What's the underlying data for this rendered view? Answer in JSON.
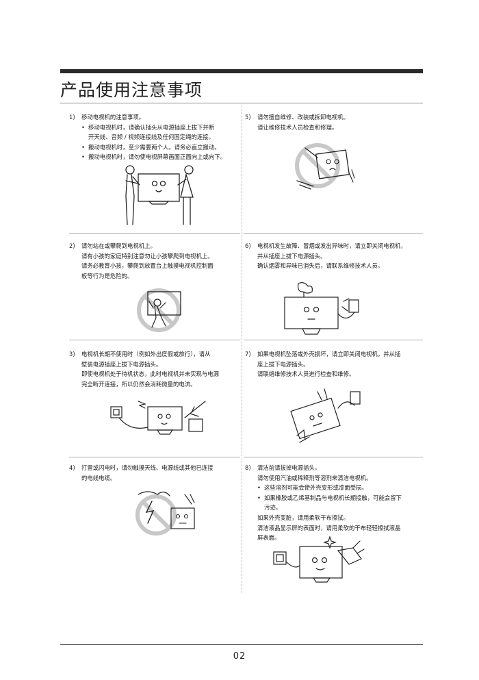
{
  "page": {
    "title": "产品使用注意事项",
    "page_number": "02"
  },
  "sections": [
    {
      "num": "1)",
      "head": "移动电视机的注意事项。",
      "bullets": [
        [
          "移动电视机时，请确认插头从电源插座上拔下并断",
          "开天线、音频 / 视频连接线及任何固定绳的连接。"
        ],
        [
          "搬动电视机时，至少需要两个人。请务必直立搬动。"
        ],
        [
          "搬动电视机时，请勿使电视屏幕画面正面向上或向下。"
        ]
      ]
    },
    {
      "num": "2)",
      "head": "请勿站在或攀爬到电视机上。",
      "paras": [
        "请有小孩的家庭特别注意勿让小孩攀爬到电视机上。",
        "请务必教育小孩，攀爬到放置台上触摸电视机控制面",
        "板等行为是危险的。"
      ]
    },
    {
      "num": "3)",
      "head": "电视机长期不使用时（例如外出度假或旅行），请从",
      "paras": [
        "壁装电源插座上拔下电源插头。",
        "即使电视机处于待机状态，此时电视机并未实现与电源",
        "完全断开连接，所以仍然会消耗微量的电流。"
      ]
    },
    {
      "num": "4)",
      "head": "打雷或闪电时，请勿触摸天线、电源线或其他已连接",
      "paras": [
        "的电线电缆。"
      ]
    },
    {
      "num": "5)",
      "head": "请勿擅自维修、改装或拆卸电视机。",
      "paras": [
        "请让维修技术人员检查和修理。"
      ]
    },
    {
      "num": "6)",
      "head": "电视机发生故障、冒烟或发出异味时，请立即关闭电视机，",
      "paras": [
        "并从插座上拔下电源插头。",
        "确认烟雾和异味已消失后，请联系维修技术人员。"
      ]
    },
    {
      "num": "7)",
      "head": "如果电视机坠落或外壳损坏，请立即关闭电视机，并从插",
      "paras": [
        "座上拔下电源插头。",
        "请联络维修技术人员进行检查和维修。"
      ]
    },
    {
      "num": "8)",
      "head": "清洁前请拔掉电源插头。",
      "paras": [
        "请勿使用汽油或稀释剂等溶剂来清洁电视机。"
      ],
      "bullets": [
        [
          "这些溶剂可能会使外壳变形或漆面受损。"
        ],
        [
          "如果橡胶或乙烯基制品与电视机长期接触，可能会留下",
          "污迹。"
        ]
      ],
      "paras2": [
        "如果外壳变脏，请用柔软干布擦拭。",
        "清洁液晶显示屏的表面时，请用柔软的干布轻轻擦拭液晶",
        "屏表面。"
      ]
    }
  ]
}
